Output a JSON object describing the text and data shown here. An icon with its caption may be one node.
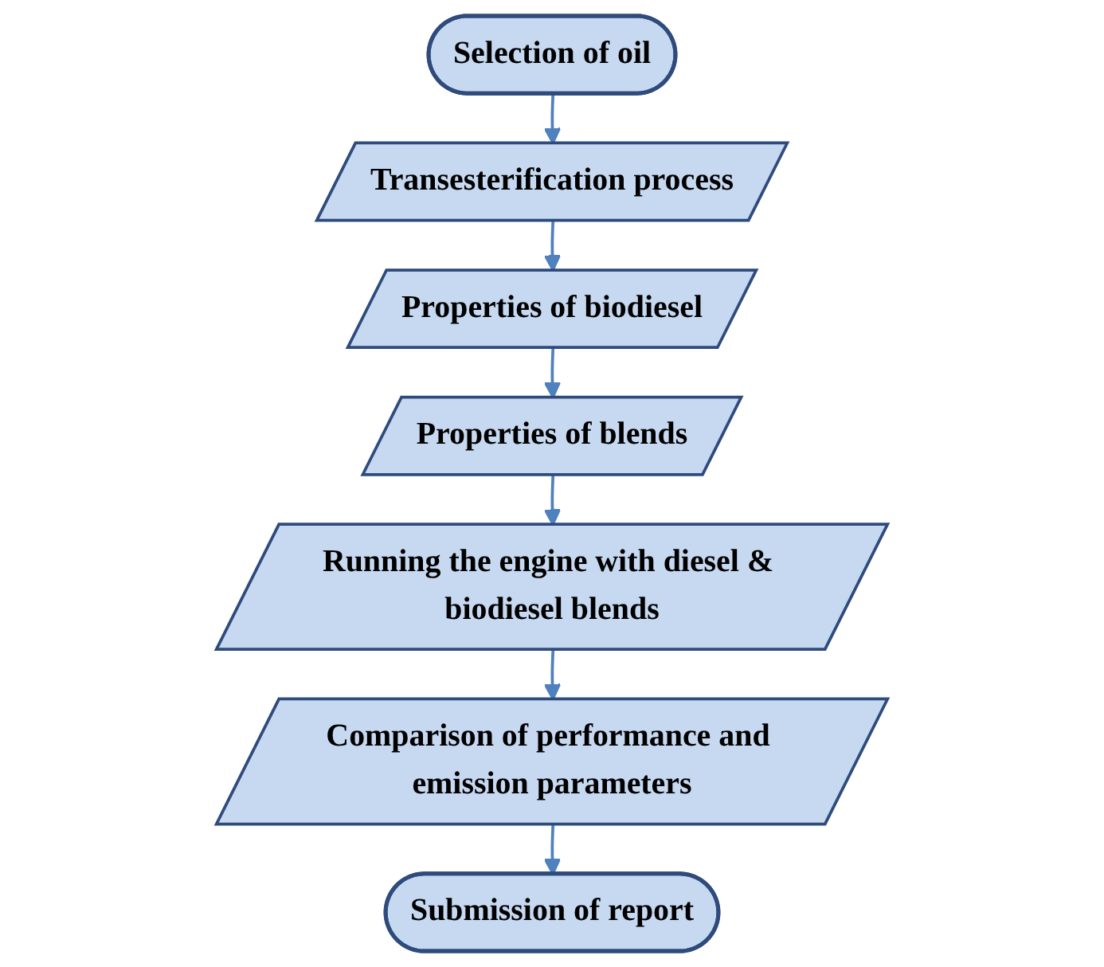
{
  "diagram": {
    "nodes": [
      {
        "text": [
          "Selection of oil"
        ]
      },
      {
        "text": [
          "Transesterification process"
        ]
      },
      {
        "text": [
          "Properties of biodiesel"
        ]
      },
      {
        "text": [
          "Properties of blends"
        ]
      },
      {
        "text": [
          "Running the engine with diesel & biodiesel blends"
        ]
      },
      {
        "text": [
          "Comparison of performance and emission parameters"
        ]
      },
      {
        "text": [
          "Submission of report"
        ]
      }
    ],
    "edges": [
      {
        "from": 0,
        "to": 1,
        "arrow": "to"
      },
      {
        "from": 1,
        "to": 2,
        "arrow": "to"
      },
      {
        "from": 2,
        "to": 3,
        "arrow": "to"
      },
      {
        "from": 3,
        "to": 4,
        "arrow": "to"
      },
      {
        "from": 4,
        "to": 5,
        "arrow": "to"
      },
      {
        "from": 5,
        "to": 6,
        "arrow": "to"
      }
    ]
  }
}
